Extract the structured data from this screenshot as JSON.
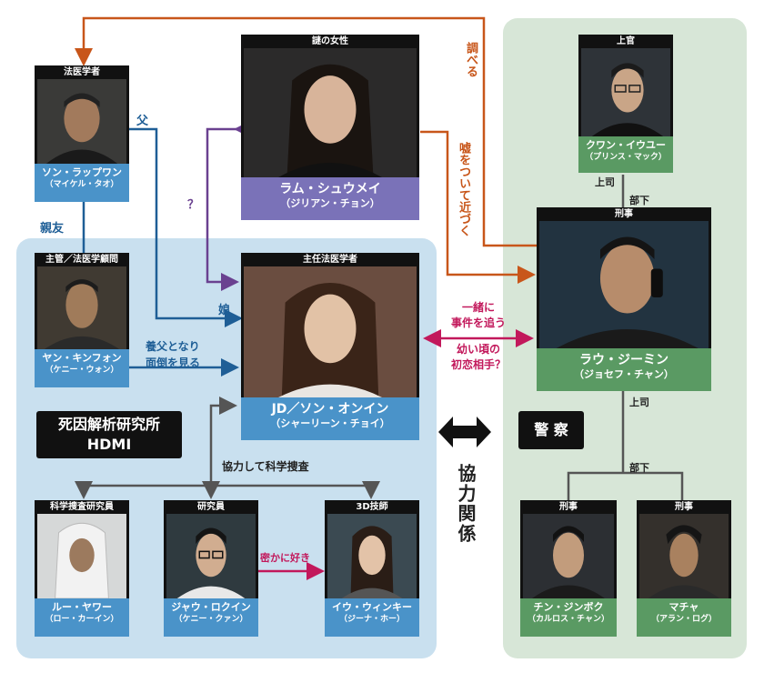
{
  "zones": {
    "hdmi_label_line1": "死因解析研究所",
    "hdmi_label_line2": "HDMI",
    "police_label": "警 察"
  },
  "characters": {
    "son": {
      "role": "法医学者",
      "name": "ソン・ラップワン",
      "actor": "（マイケル・タオ）"
    },
    "lam": {
      "role": "謎の女性",
      "name": "ラム・シュウメイ",
      "actor": "（ジリアン・チョン）"
    },
    "kwan": {
      "role": "上官",
      "name": "クワン・イウユー",
      "actor": "（プリンス・マック）"
    },
    "yan": {
      "role": "主管／法医学顧問",
      "name": "ヤン・キンフォン",
      "actor": "（ケニー・ウォン）"
    },
    "jd": {
      "role": "主任法医学者",
      "name": "JD／ソン・オンイン",
      "actor": "（シャーリーン・チョイ）"
    },
    "lau": {
      "role": "刑事",
      "name": "ラウ・ジーミン",
      "actor": "（ジョセフ・チャン）"
    },
    "lou": {
      "role": "科学捜査研究員",
      "name": "ルー・ヤワー",
      "actor": "（ロー・カーイン）"
    },
    "jiao": {
      "role": "研究員",
      "name": "ジャウ・ロクイン",
      "actor": "（ケニー・クァン）"
    },
    "yiu": {
      "role": "3D技師",
      "name": "イウ・ウィンキー",
      "actor": "（ジーナ・ホー）"
    },
    "ching": {
      "role": "刑事",
      "name": "チン・ジンボク",
      "actor": "（カルロス・チャン）"
    },
    "macha": {
      "role": "刑事",
      "name": "マチャ",
      "actor": "（アラン・ログ）"
    }
  },
  "relations": {
    "investigate": "調べる",
    "father": "父",
    "question": "？",
    "lie_approach": "嘘をついて近づく",
    "best_friend": "親友",
    "daughter": "娘",
    "foster_line1": "養父となり",
    "foster_line2": "面倒を見る",
    "together_line1": "一緒に",
    "together_line2": "事件を追う",
    "first_love_line1": "幼い頃の",
    "first_love_line2": "初恋相手？",
    "science": "協力して科学捜査",
    "secret_love": "密かに好き",
    "cooperation": "協力関係",
    "boss_upper": "上司",
    "subordinate_upper": "部下",
    "boss_lower": "上司",
    "subordinate_lower": "部下"
  },
  "colors": {
    "hdmi_zone": "#c9e0ef",
    "police_zone": "#d7e6d7",
    "orange": "#c8561a",
    "blue": "#1e5e96",
    "purple": "#6a4190",
    "pink": "#c2185b"
  }
}
